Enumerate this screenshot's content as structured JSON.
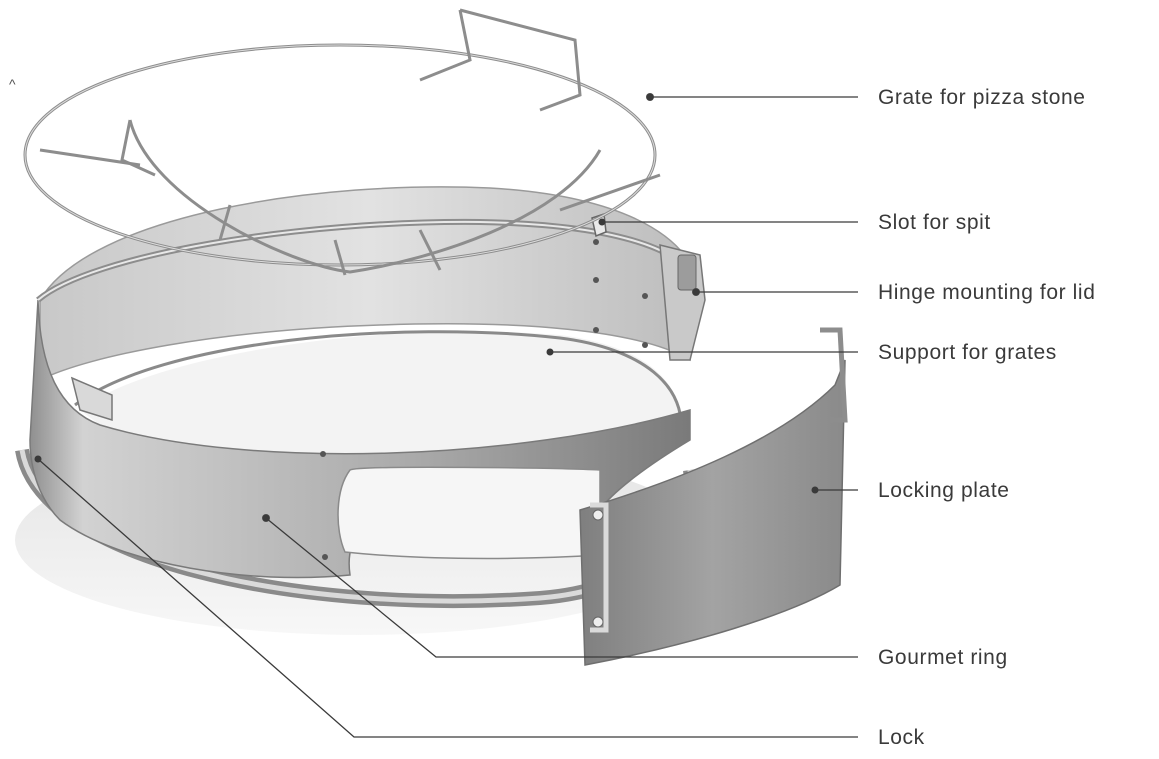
{
  "corner_mark": "^",
  "labels": [
    {
      "id": "grate-for-pizza-stone",
      "text": "Grate for pizza stone"
    },
    {
      "id": "slot-for-spit",
      "text": "Slot for spit"
    },
    {
      "id": "hinge-mounting-for-lid",
      "text": "Hinge mounting for lid"
    },
    {
      "id": "support-for-grates",
      "text": "Support for grates"
    },
    {
      "id": "locking-plate",
      "text": "Locking plate"
    },
    {
      "id": "gourmet-ring",
      "text": "Gourmet ring"
    },
    {
      "id": "lock",
      "text": "Lock"
    }
  ],
  "colors": {
    "label_text": "#3a3a3a",
    "leader_line": "#3a3a3a",
    "steel_light": "#e6e6e6",
    "steel_mid": "#a9a9a9",
    "steel_dark": "#6f6f6f"
  }
}
